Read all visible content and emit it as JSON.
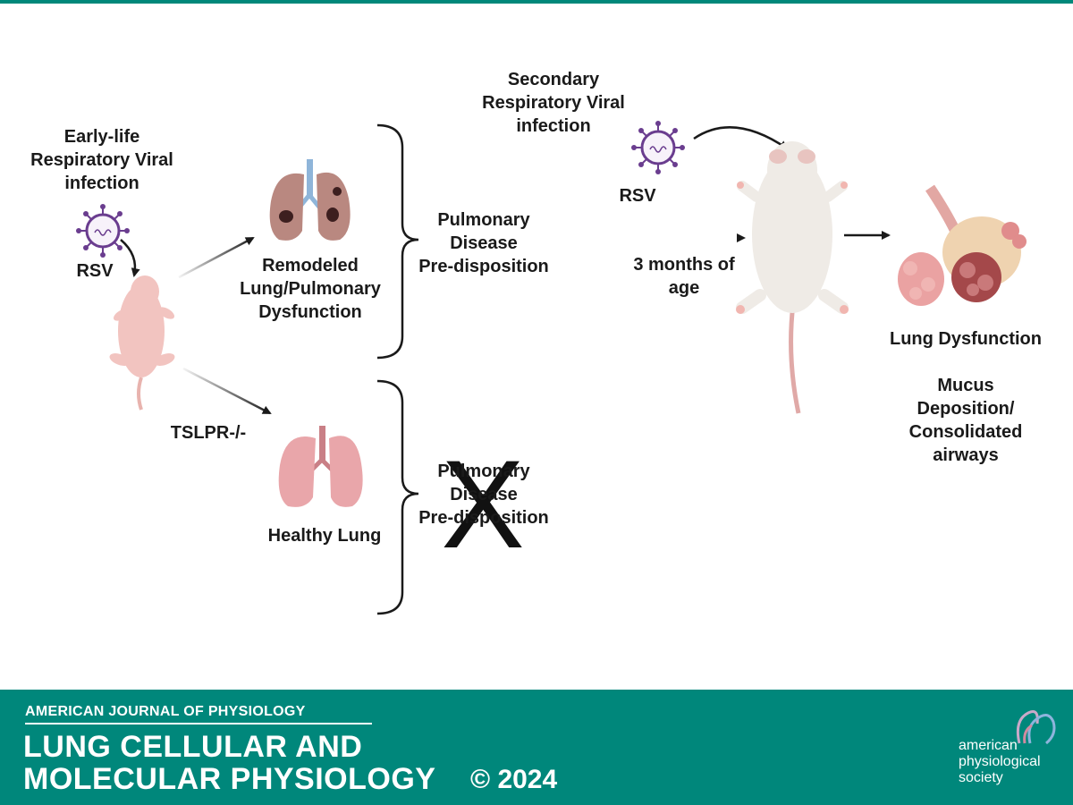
{
  "labels": {
    "early_life": [
      "Early-life",
      "Respiratory Viral",
      "infection"
    ],
    "rsv_left": "RSV",
    "remodeled": [
      "Remodeled",
      "Lung/Pulmonary",
      "Dysfunction"
    ],
    "tslpr": "TSLPR-/-",
    "healthy": "Healthy Lung",
    "predisposition_top": [
      "Pulmonary",
      "Disease",
      "Pre-disposition"
    ],
    "predisposition_bottom": [
      "Pulmonary",
      "Disease",
      "Pre-disposition"
    ],
    "cross_mark": "X",
    "secondary": [
      "Secondary",
      "Respiratory Viral",
      "infection"
    ],
    "rsv_right": "RSV",
    "age": [
      "3 months of",
      "age"
    ],
    "outcome_title": "Lung Dysfunction",
    "outcome_detail": [
      "Mucus",
      "Deposition/",
      "Consolidated",
      "airways"
    ]
  },
  "footer": {
    "journal_small": "AMERICAN JOURNAL OF PHYSIOLOGY",
    "journal_line1": "LUNG CELLULAR AND",
    "journal_line2": "MOLECULAR PHYSIOLOGY",
    "copyright": "© 2024",
    "society": [
      "american",
      "physiological",
      "society"
    ]
  },
  "colors": {
    "teal": "#00877b",
    "virus": "#6a3d8f",
    "pup": "#f2c4c0",
    "lung_diseased": "#b98880",
    "lung_healthy": "#e9a6aa"
  }
}
